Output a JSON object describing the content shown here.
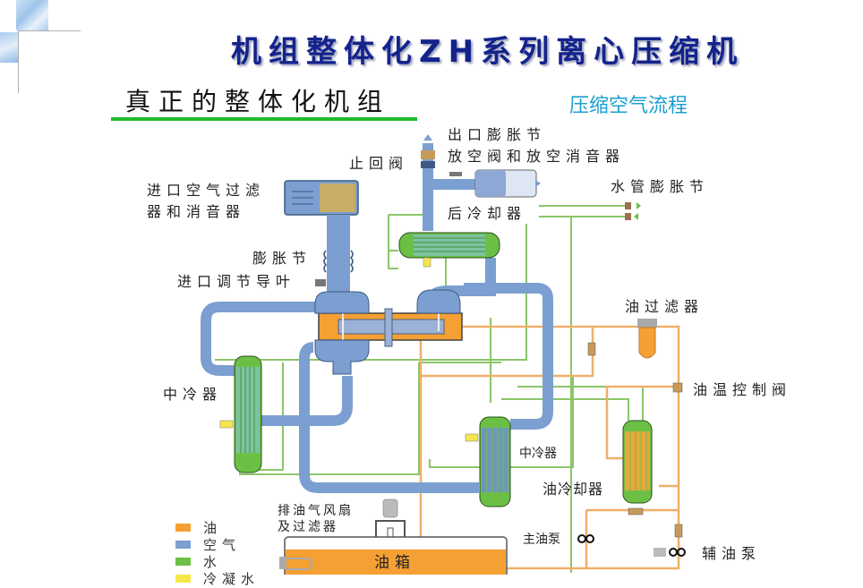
{
  "header": {
    "main_title": "机组整体化ZH系列离心压缩机",
    "subtitle": "真正的整体化机组",
    "flow_title": "压缩空气流程"
  },
  "labels": {
    "outlet_expansion_joint": "出口膨胀节",
    "blowoff_valve_silencer": "放空阀和放空消音器",
    "check_valve": "止回阀",
    "inlet_filter_line1": "进口空气过滤",
    "inlet_filter_line2": "器和消音器",
    "water_expansion_joint": "水管膨胀节",
    "aftercooler": "后冷却器",
    "expansion_joint": "膨胀节",
    "inlet_guide_vanes": "进口调节导叶",
    "oil_filter": "油过滤器",
    "intercooler_left": "中冷器",
    "oil_temp_valve": "油温控制阀",
    "intercooler_right": "中冷器",
    "oil_cooler": "油冷却器",
    "vent_fan_line1": "排油气风扇",
    "vent_fan_line2": "及过滤器",
    "main_oil_pump": "主油泵",
    "aux_oil_pump": "辅油泵",
    "oil_tank": "油箱"
  },
  "legend": [
    {
      "label": "油",
      "color": "#f5a033"
    },
    {
      "label": "空气",
      "color": "#7b9fd0"
    },
    {
      "label": "水",
      "color": "#6cbf45"
    },
    {
      "label": "冷凝水",
      "color": "#f6e64a"
    }
  ],
  "colors": {
    "oil": "#f5a033",
    "oil_line": "#eeb06a",
    "air": "#7b9fd0",
    "water": "#6cbf45",
    "water_line": "#8cc56a",
    "condensate": "#f6e64a",
    "title": "#14238c",
    "flow_title": "#1a9fd0"
  }
}
